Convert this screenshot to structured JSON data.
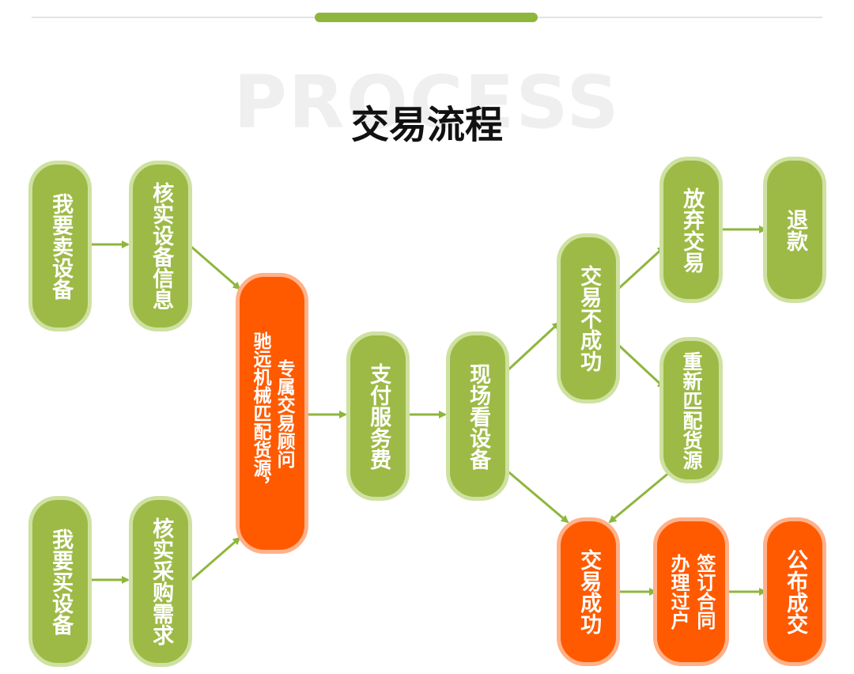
{
  "header": {
    "watermark": "PROCESS",
    "title": "交易流程"
  },
  "colors": {
    "green": "#9dba46",
    "green_border": "#cfe1a1",
    "orange": "#ff5a00",
    "orange_border": "#ffb189",
    "arrow": "#8fb63c"
  },
  "nodes": {
    "sell_equipment": [
      "我要卖设备"
    ],
    "verify_info": [
      "核实设备信息"
    ],
    "buy_equipment": [
      "我要买设备"
    ],
    "verify_demand": [
      "核实采购需求"
    ],
    "consultant": [
      "专属交易顾问",
      "驰远机械匹配货源，"
    ],
    "service_fee": [
      "支付服务费"
    ],
    "onsite_inspection": [
      "现场看设备"
    ],
    "deal_failed": [
      "交易不成功"
    ],
    "abandon_deal": [
      "放弃交易"
    ],
    "refund": [
      "退款"
    ],
    "rematch_source": [
      "重新匹配货源"
    ],
    "deal_success": [
      "交易成功"
    ],
    "sign_contract": [
      "签订合同",
      "办理过户"
    ],
    "announce_deal": [
      "公布成交"
    ]
  }
}
